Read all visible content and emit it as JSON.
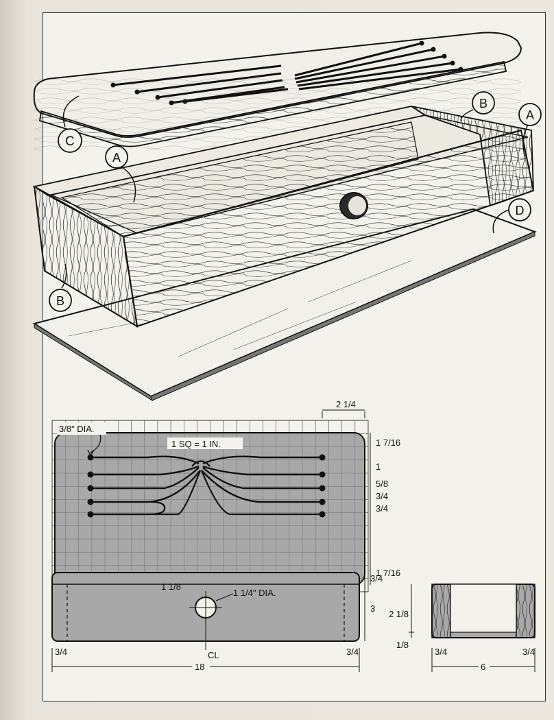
{
  "parts": {
    "a_label": "A",
    "b_label": "B",
    "c_label": "C",
    "d_label": "D"
  },
  "top_view": {
    "hole_note": "3/8\" DIA.",
    "scale_note": "1 SQ = 1 IN.",
    "dim_top_right": "2 1/4",
    "dim_1": "1 7/16",
    "dim_2": "1",
    "dim_3": "5/8",
    "dim_4": "3/4",
    "dim_5": "3/4",
    "dim_6": "1 7/16"
  },
  "front_view": {
    "dim_top": "3/4",
    "dim_height": "3",
    "dim_hole_offset": "1 1/8",
    "hole_note": "1 1/4\" DIA.",
    "dim_left_end": "3/4",
    "dim_right_end": "3/4",
    "dim_length": "18",
    "centerline_mark": "CL"
  },
  "end_view": {
    "dim_height": "2 1/8",
    "dim_bottom": "1/8",
    "dim_left": "3/4",
    "dim_right": "3/4",
    "dim_width": "6"
  },
  "colors": {
    "ink": "#111111",
    "paper": "#f4f2ec",
    "gray_fill": "#a8a8a8"
  }
}
